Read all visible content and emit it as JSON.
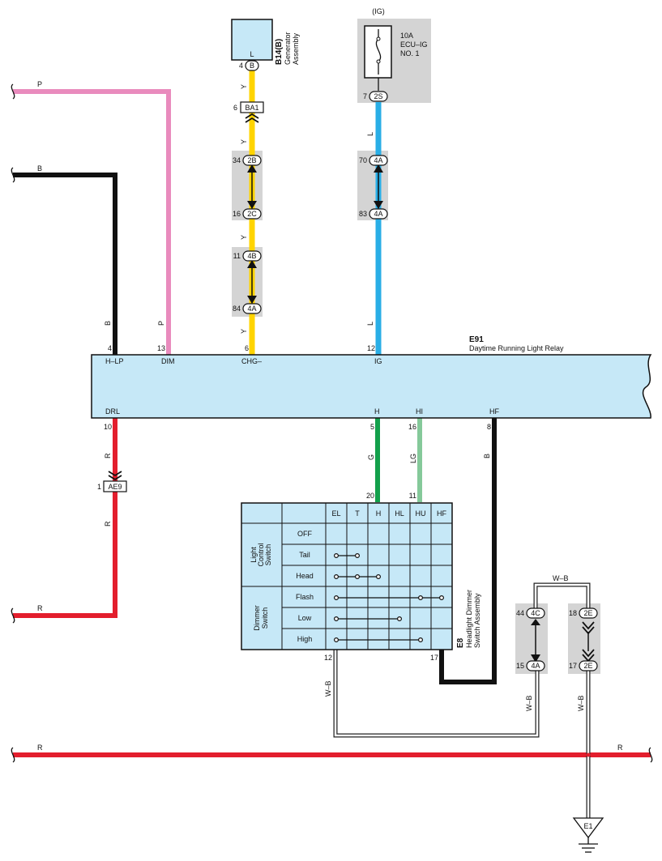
{
  "wires": {
    "p": "P",
    "b": "B",
    "y": "Y",
    "l": "L",
    "r": "R",
    "g": "G",
    "lg": "LG",
    "wb": "W–B"
  },
  "ig_label": "(IG)",
  "generator": {
    "id": "B14(B)",
    "name_line1": "Generator",
    "name_line2": "Assembly",
    "terminal": "L",
    "pin": "4",
    "pin_conn": "B"
  },
  "fuse": {
    "rating": "10A",
    "name1": "ECU–IG",
    "name2": "NO. 1",
    "pin": "7",
    "pin_conn": "2S"
  },
  "connectors": {
    "ba1": {
      "pin": "6",
      "label": "BA1"
    },
    "c2b": {
      "pin": "34",
      "label": "2B"
    },
    "c2c": {
      "pin": "16",
      "label": "2C"
    },
    "c4b": {
      "pin": "11",
      "label": "4B"
    },
    "c4a_y": {
      "pin": "84",
      "label": "4A"
    },
    "c4a_top": {
      "pin": "70",
      "label": "4A"
    },
    "c4a_bot": {
      "pin": "83",
      "label": "4A"
    },
    "ae9": {
      "pin": "1",
      "label": "AE9"
    },
    "c4c": {
      "pin": "44",
      "label": "4C"
    },
    "c4a_wb": {
      "pin": "15",
      "label": "4A"
    },
    "c2e_top": {
      "pin": "18",
      "label": "2E"
    },
    "c2e_bot": {
      "pin": "17",
      "label": "2E"
    }
  },
  "relay": {
    "id": "E91",
    "name": "Daytime Running Light Relay",
    "pins_top": [
      {
        "num": "4",
        "name": "H–LP"
      },
      {
        "num": "13",
        "name": "DIM"
      },
      {
        "num": "6",
        "name": "CHG–"
      },
      {
        "num": "12",
        "name": "IG"
      }
    ],
    "pins_bottom": [
      {
        "num": "10",
        "name": "DRL"
      },
      {
        "num": "5",
        "name": "H"
      },
      {
        "num": "16",
        "name": "HI"
      },
      {
        "num": "8",
        "name": "HF"
      }
    ]
  },
  "switch": {
    "id": "E8",
    "name_line1": "Headlight Dimmer",
    "name_line2": "Switch Assembly",
    "columns": [
      "EL",
      "T",
      "H",
      "HL",
      "HU",
      "HF"
    ],
    "group1": [
      "Light",
      "Control",
      "Switch"
    ],
    "group2": [
      "Dimmer",
      "Switch"
    ],
    "rows": [
      "OFF",
      "Tail",
      "Head",
      "Flash",
      "Low",
      "High"
    ],
    "pin_h": "20",
    "pin_hu": "11",
    "pin_el": "12",
    "pin_hf": "17"
  },
  "ground": {
    "label": "E1"
  },
  "colors": {
    "pink": "#e98bbd",
    "black": "#111111",
    "yellow": "#ffd400",
    "blue": "#29aee6",
    "red": "#e31e2d",
    "green": "#13a04b",
    "lightgreen": "#85c99a",
    "body": "#c6e8f7",
    "gray": "#d4d4d4"
  }
}
